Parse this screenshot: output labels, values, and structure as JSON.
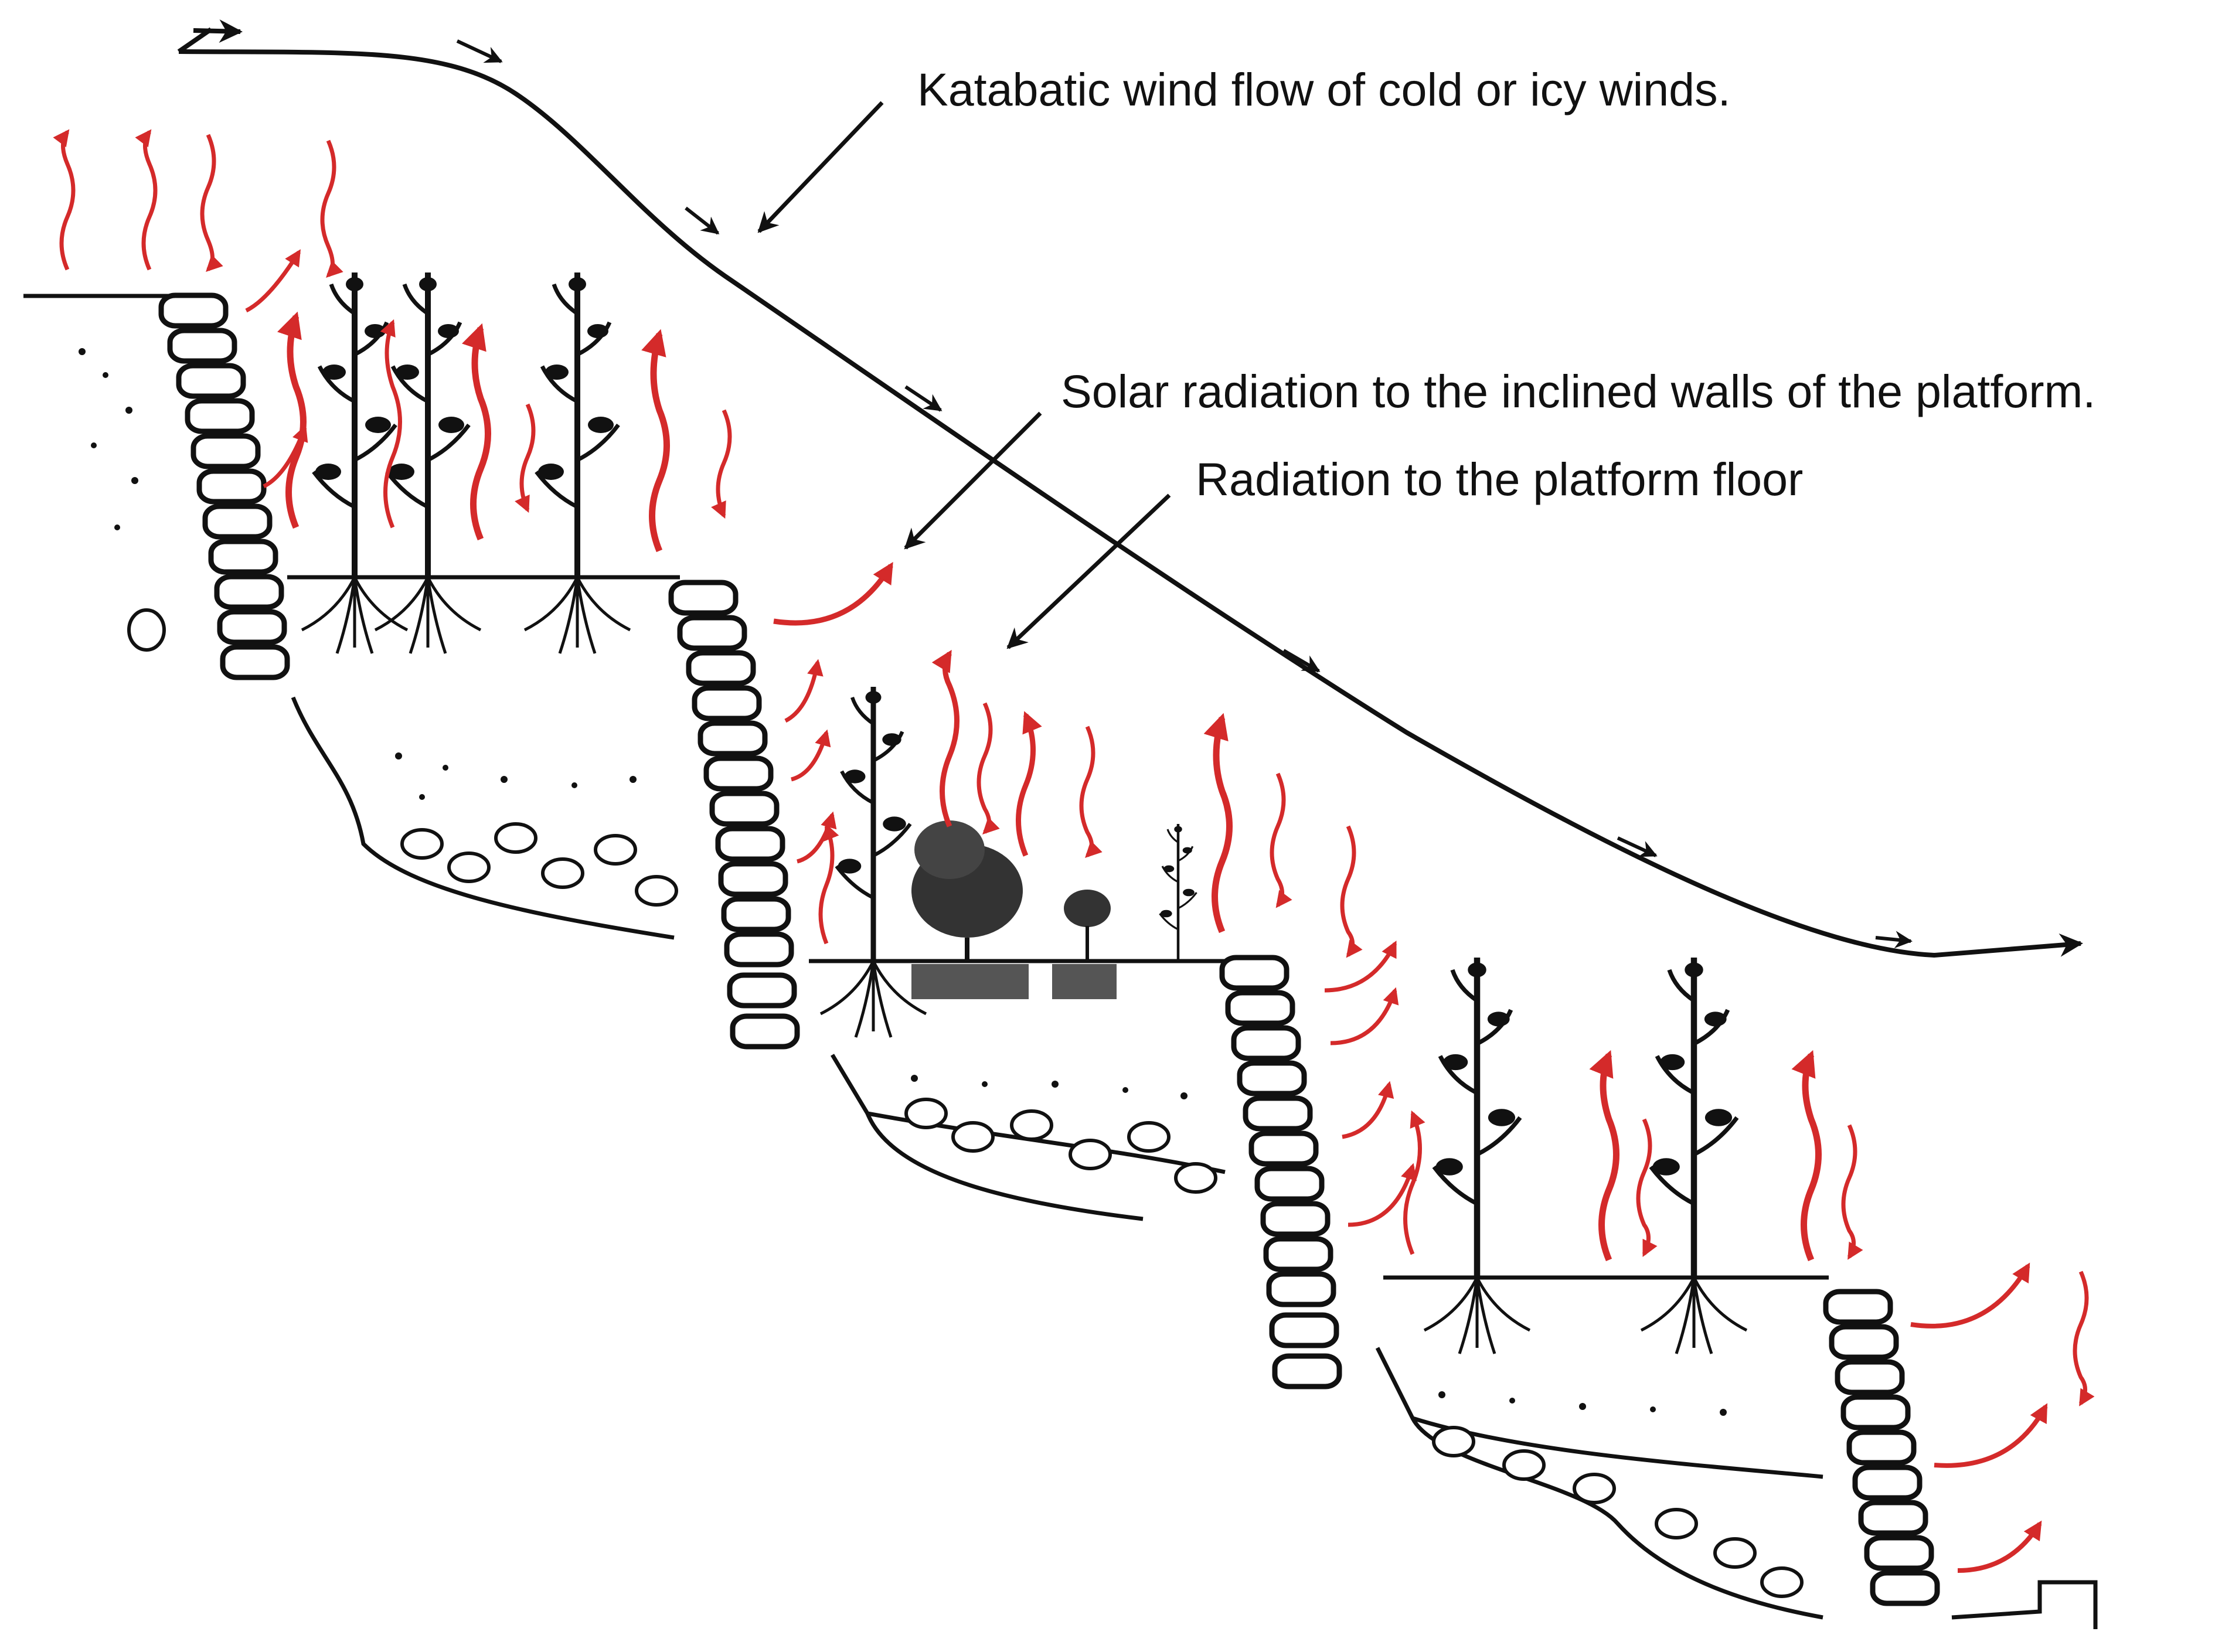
{
  "labels": {
    "katabatic": "Katabatic wind flow of cold or icy winds.",
    "solar_walls": "Solar radiation to the inclined walls of the platform.",
    "floor_radiation": "Radiation to the platform floor"
  },
  "colors": {
    "ink": "#111111",
    "radiation": "#d42a2a",
    "background": "#ffffff"
  },
  "legend_meaning": {
    "black_line_arrows": "wind-flow-arrow",
    "red_wavy_arrows": "radiation-arrow"
  }
}
